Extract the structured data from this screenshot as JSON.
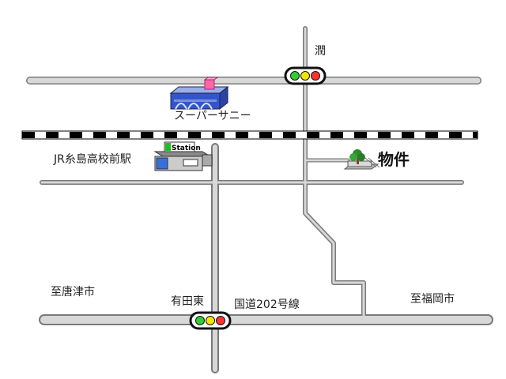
{
  "labels": {
    "north": "潤",
    "supermarket": "スーパーサニー",
    "station": "JR糸島高校前駅",
    "station_sign": "Station",
    "property": "物件",
    "to_karatsu": "至唐津市",
    "intersection": "有田東",
    "route": "国道202号線",
    "to_fukuoka": "至福岡市"
  },
  "icons": {
    "traffic_light": "traffic-light-icon",
    "supermarket": "supermarket-building-icon",
    "station": "station-building-icon",
    "property": "tree-house-icon"
  },
  "colors": {
    "road_fill": "#d8d8d8",
    "road_edge": "#7a7a7a",
    "rail_dash": "#000000",
    "signal_green": "#33cc33",
    "signal_yellow": "#f2e600",
    "signal_red": "#ff3333",
    "station_sign": "#1fbf1f",
    "supermarket_roof": "#ff66aa",
    "supermarket_body": "#3355cc"
  }
}
